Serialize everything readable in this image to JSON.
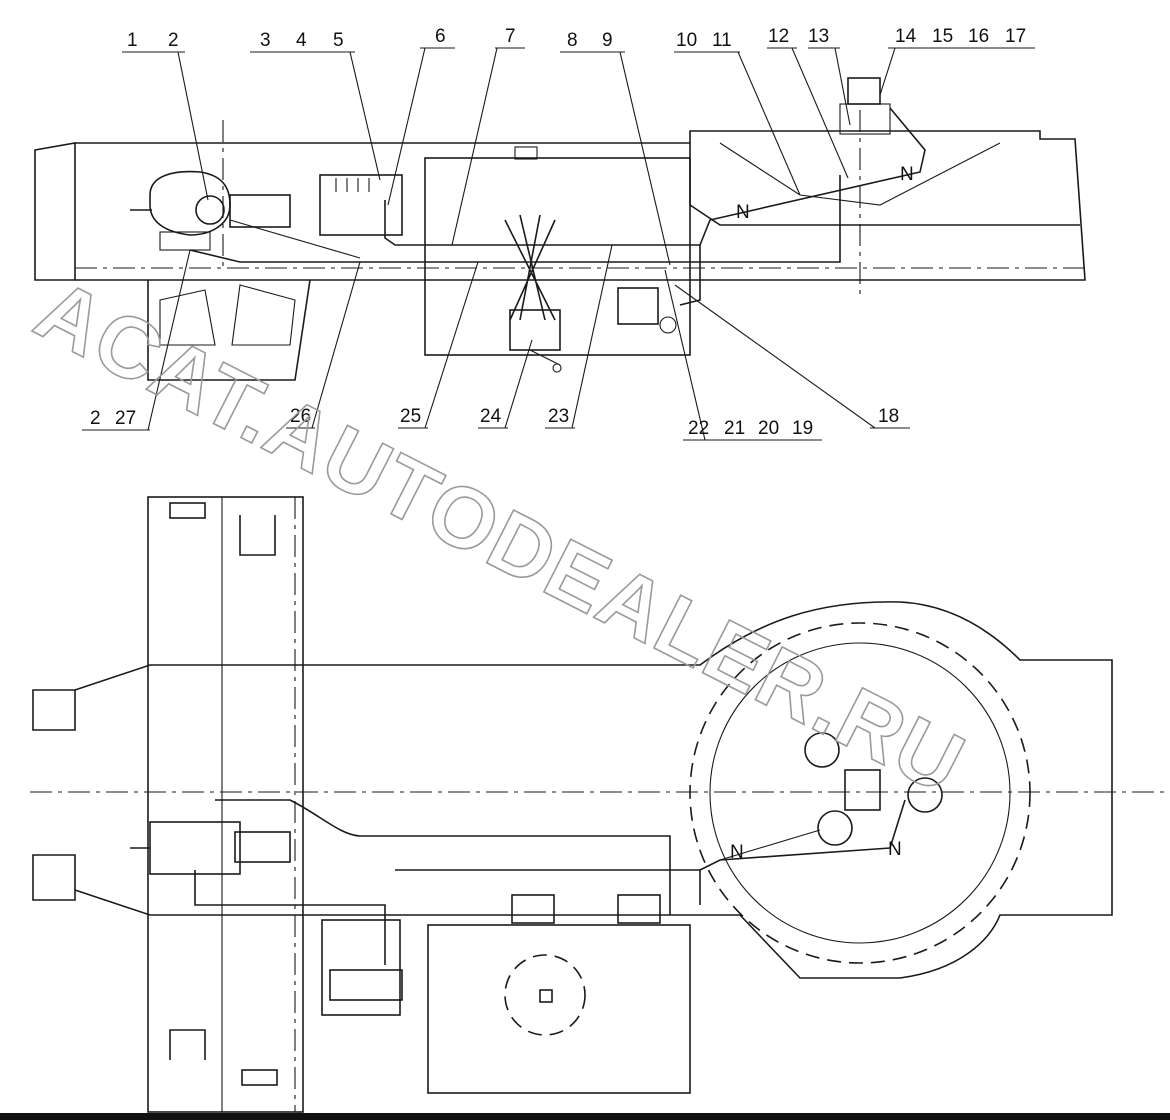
{
  "callouts_top": [
    "1",
    "2",
    "3",
    "4",
    "5",
    "6",
    "7",
    "8",
    "9",
    "10",
    "11",
    "12",
    "13",
    "14",
    "15",
    "16",
    "17"
  ],
  "callouts_bottom": [
    "2",
    "27",
    "26",
    "25",
    "24",
    "23",
    "22",
    "21",
    "20",
    "19",
    "18"
  ],
  "flow_marks": [
    "N",
    "N",
    "N",
    "N"
  ],
  "watermark": "ACAT.AUTODEALER.RU",
  "colors": {
    "line": "#1a1a1a",
    "watermark": "#9a9a9a",
    "background": "#ffffff"
  }
}
